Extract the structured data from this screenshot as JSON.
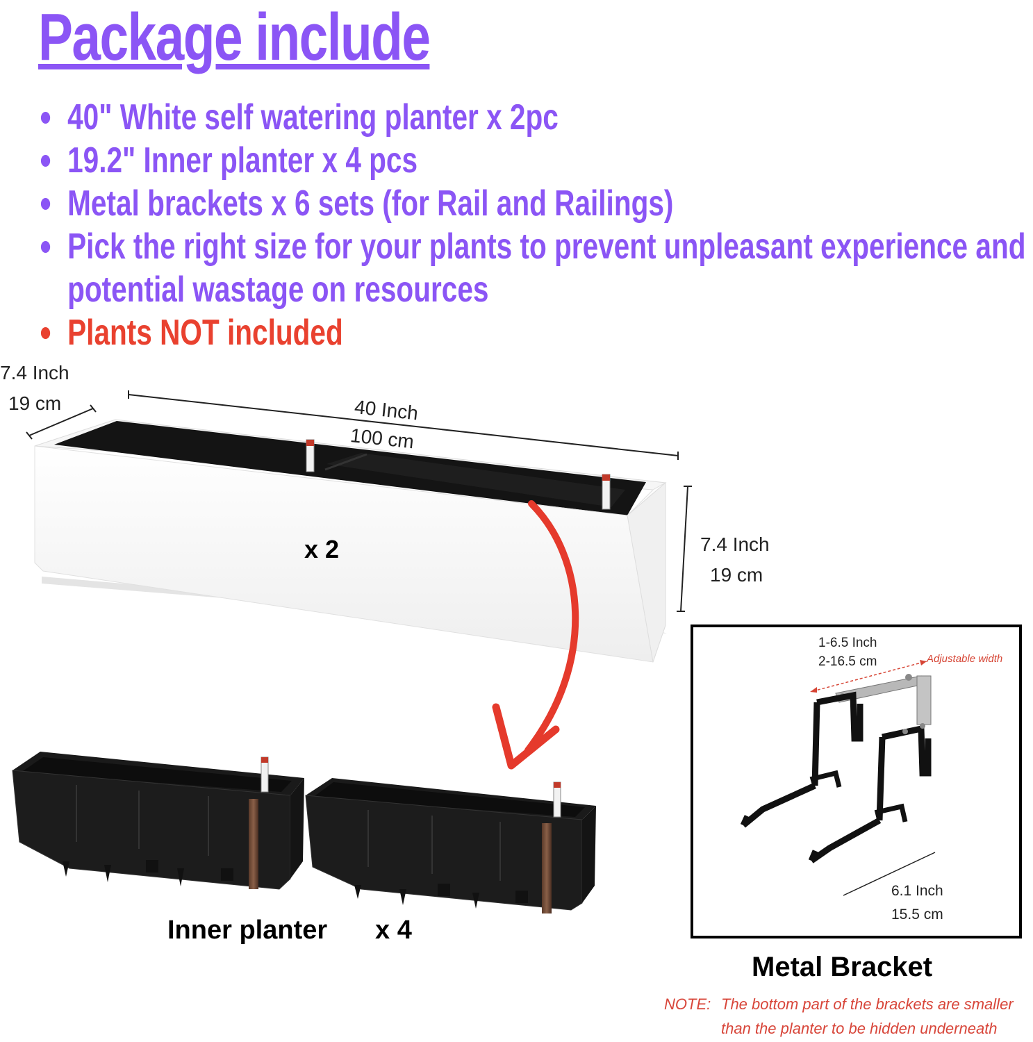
{
  "title": "Package include",
  "bullets": [
    {
      "text": "40\" White self watering planter x 2pc",
      "color": "#8b55f5"
    },
    {
      "text": "19.2\" Inner planter x 4 pcs",
      "color": "#8b55f5"
    },
    {
      "text": "Metal brackets x 6 sets (for Rail and Railings)",
      "color": "#8b55f5"
    },
    {
      "text": "Pick the right size for your plants to prevent unpleasant experience and",
      "color": "#8b55f5"
    },
    {
      "text": "potential wastage on resources",
      "color": "#8b55f5"
    },
    {
      "text": "Plants NOT included",
      "color": "#e9412f"
    }
  ],
  "planter": {
    "depth_inch": "7.4 Inch",
    "depth_cm": "19 cm",
    "length_inch": "40 Inch",
    "length_cm": "100 cm",
    "height_inch": "7.4 Inch",
    "height_cm": "19 cm",
    "quantity": "x 2"
  },
  "inner_planter": {
    "label": "Inner planter",
    "quantity": "x 4"
  },
  "bracket": {
    "width_inch": "1-6.5 Inch",
    "width_cm": "2-16.5 cm",
    "adjustable": "Adjustable width",
    "arm_inch": "6.1 Inch",
    "arm_cm": "15.5 cm",
    "label": "Metal Bracket"
  },
  "note": {
    "prefix": "NOTE:",
    "line1": "The bottom part of the brackets are smaller",
    "line2": "than the planter to be hidden underneath"
  },
  "colors": {
    "purple": "#8b55f5",
    "red": "#e9412f",
    "arrow": "#e53a2c"
  }
}
